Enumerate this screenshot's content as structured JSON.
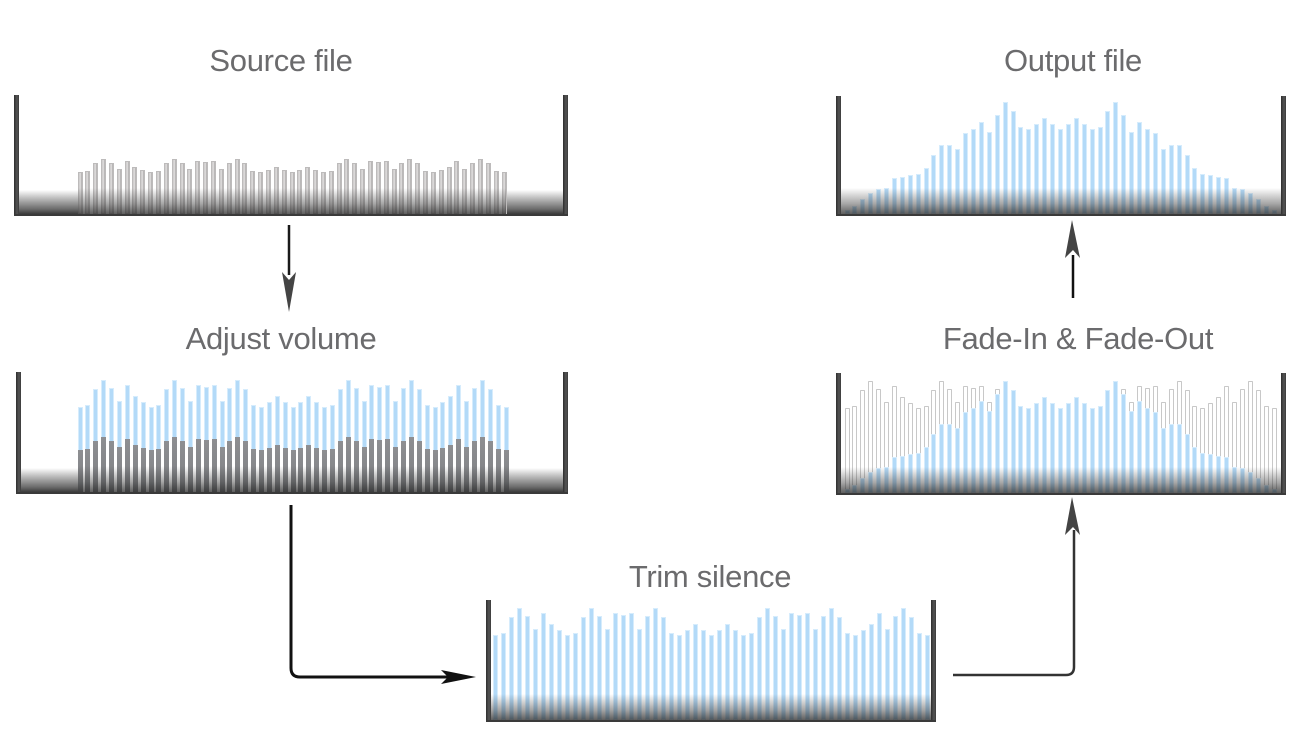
{
  "diagram": {
    "stages": [
      {
        "id": "source",
        "label": "Source file"
      },
      {
        "id": "adjust",
        "label": "Adjust volume"
      },
      {
        "id": "trim",
        "label": "Trim silence"
      },
      {
        "id": "fade",
        "label": "Fade-In & Fade-Out"
      },
      {
        "id": "output",
        "label": "Output file"
      }
    ],
    "flow": [
      "Source file",
      "Adjust volume",
      "Trim silence",
      "Fade-In & Fade-Out",
      "Output file"
    ],
    "colors": {
      "title_text": "#6b6b6d",
      "original_bar": "#d6d4d4",
      "processed_bar": "#b3daf8",
      "volume_bar_dark": "#85878a",
      "container": "#3a3a3a",
      "arrow": "#1a1a1a"
    },
    "waveform_amplitudes": [
      0.759,
      0.777,
      0.92,
      1.0,
      0.929,
      0.813,
      0.955,
      0.857,
      0.804,
      0.759,
      0.777,
      0.92,
      1.0,
      0.929,
      0.813,
      0.955,
      0.938,
      0.955,
      0.813,
      0.929,
      1.0,
      0.92,
      0.777,
      0.759,
      0.804,
      0.857,
      0.804,
      0.759,
      0.804,
      0.857,
      0.804,
      0.759,
      0.777,
      0.92,
      1.0,
      0.929,
      0.813,
      0.955,
      0.938,
      0.955,
      0.813,
      0.929,
      1.0,
      0.92,
      0.777,
      0.759,
      0.804,
      0.857,
      0.955,
      0.813,
      0.929,
      1.0,
      0.92,
      0.777,
      0.759
    ]
  }
}
